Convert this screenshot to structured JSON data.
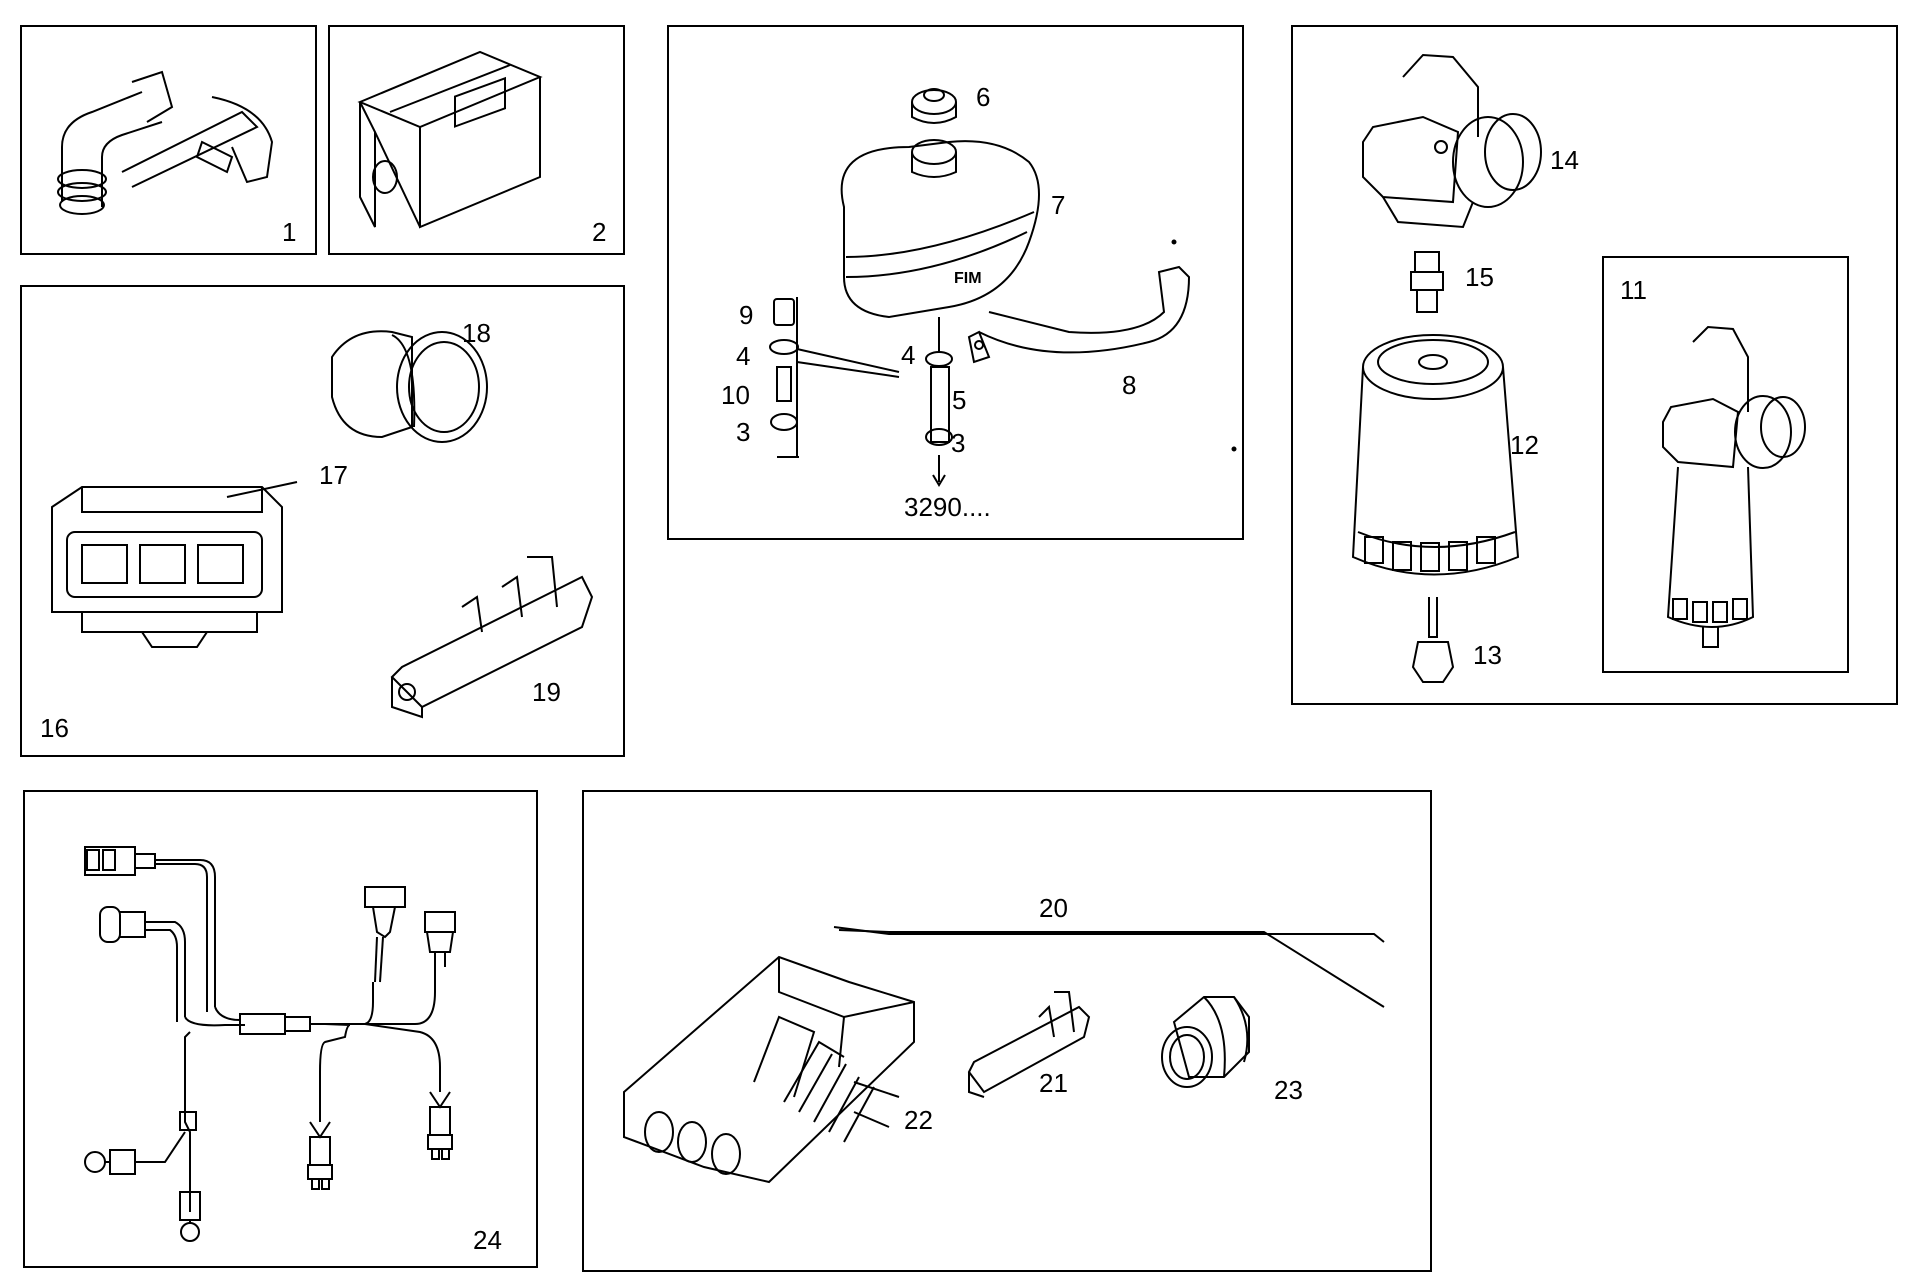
{
  "diagram": {
    "callouts": {
      "c1": "1",
      "c2": "2",
      "c3a": "3",
      "c3b": "3",
      "c4a": "4",
      "c4b": "4",
      "c5": "5",
      "c6": "6",
      "c7": "7",
      "c8": "8",
      "c9": "9",
      "c10": "10",
      "c11": "11",
      "c12": "12",
      "c13": "13",
      "c14": "14",
      "c15": "15",
      "c16": "16",
      "c17": "17",
      "c18": "18",
      "c19": "19",
      "c20": "20",
      "c21": "21",
      "c22": "22",
      "c23": "23",
      "c24": "24",
      "ref": "3290...."
    },
    "tank_marking": "FIM",
    "colors": {
      "line": "#000000",
      "background": "#ffffff"
    }
  }
}
